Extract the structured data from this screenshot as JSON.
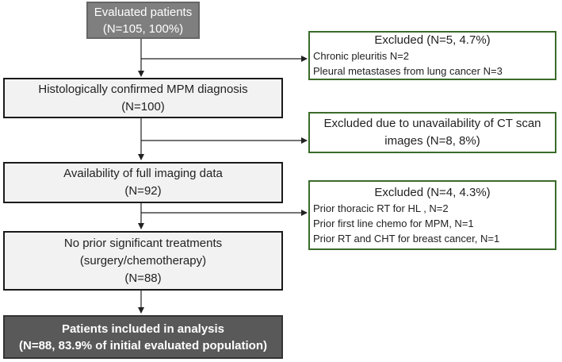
{
  "boxes": {
    "evaluated": {
      "line1": "Evaluated patients",
      "line2": "(N=105, 100%)"
    },
    "histology": {
      "line1": "Histologically confirmed MPM diagnosis",
      "line2": "(N=100)"
    },
    "imaging": {
      "line1": "Availability of full imaging data",
      "line2": "(N=92)"
    },
    "treatment": {
      "line1": "No prior significant treatments",
      "line2": "(surgery/chemotherapy)",
      "line3": "(N=88)"
    },
    "included": {
      "line1": "Patients included in analysis",
      "line2": "(N=88, 83.9% of initial evaluated population)"
    }
  },
  "exclusions": {
    "first": {
      "title": "Excluded (N=5, 4.7%)",
      "items": [
        "Chronic pleuritis N=2",
        "Pleural metastases from lung cancer N=3"
      ]
    },
    "second": {
      "line1": "Excluded due to unavailability of CT scan",
      "line2": "images  (N=8, 8%)"
    },
    "third": {
      "title": "Excluded  (N=4, 4.3%)",
      "items": [
        "Prior thoracic  RT for HL , N=2",
        "Prior first line chemo for MPM, N=1",
        "Prior RT and CHT for breast cancer, N=1"
      ]
    }
  },
  "colors": {
    "top_box": "#7f7f7f",
    "final_box": "#595959",
    "main_box_fill": "#f2f2f2",
    "exclusion_border": "#3a6b2a"
  }
}
